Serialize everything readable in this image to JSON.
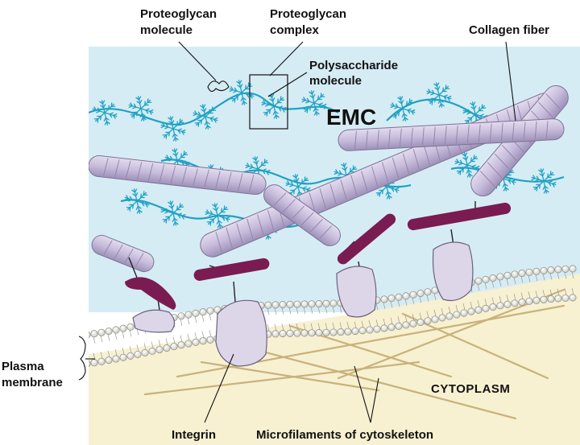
{
  "labels": {
    "proteoglycan_molecule_line1": "Proteoglycan",
    "proteoglycan_molecule_line2": "molecule",
    "proteoglycan_complex_line1": "Proteoglycan",
    "proteoglycan_complex_line2": "complex",
    "polysaccharide_line1": "Polysaccharide",
    "polysaccharide_line2": "molecule",
    "collagen_fiber": "Collagen fiber",
    "emc": "EMC",
    "plasma_membrane_line1": "Plasma",
    "plasma_membrane_line2": "membrane",
    "cytoplasm": "CYTOPLASM",
    "integrin": "Integrin",
    "microfilaments": "Microfilaments of cytoskeleton"
  },
  "colors": {
    "emc_background": "#d6ecf4",
    "cytoplasm": "#f7f1d2",
    "collagen": "#c9bfdc",
    "collagen_stripe": "#8f83a8",
    "proteoglycan": "#1fa2c4",
    "fibronectin": "#7a1b52",
    "integrin": "#ddd6e8",
    "microfilament": "#c9b27a"
  }
}
